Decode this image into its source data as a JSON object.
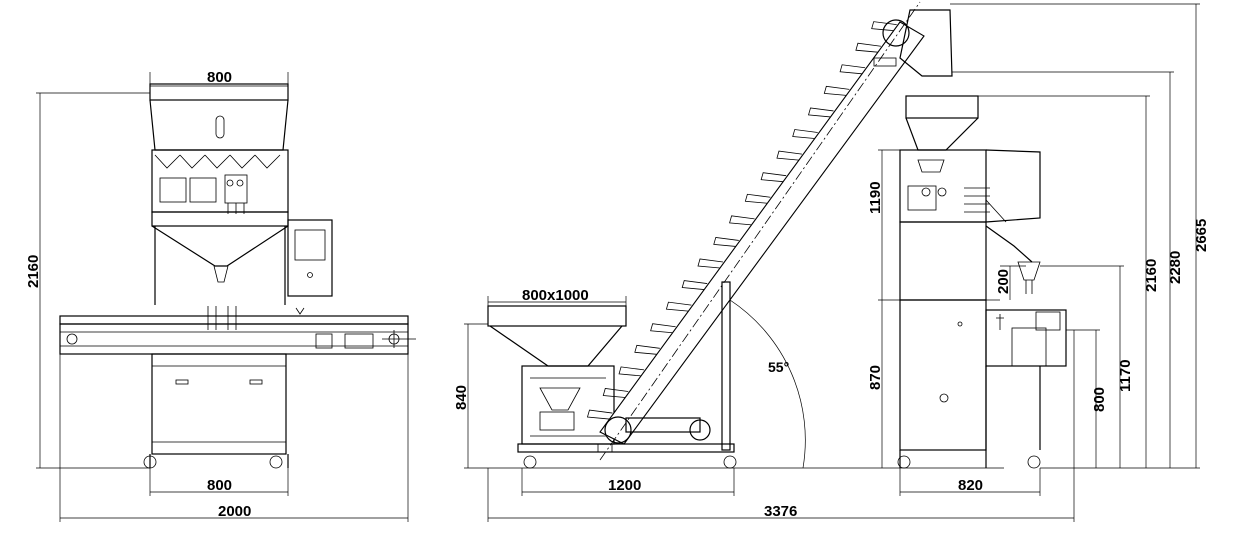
{
  "views": {
    "front": {
      "hopper_width": "800",
      "total_height": "2160",
      "frame_width": "800",
      "conveyor_length": "2000"
    },
    "elevator": {
      "hopper_size": "800x1000",
      "incline_angle": "55°",
      "base_width": "1200",
      "hopper_height": "840",
      "overall_length": "3376"
    },
    "side": {
      "weigher_height": "1190",
      "outlet_height": "200",
      "base_height": "870",
      "frame_width": "820",
      "table_height": "800",
      "conveyor_height": "1170",
      "machine_height": "2160",
      "inlet_height": "2280",
      "overall_height": "2665"
    }
  }
}
